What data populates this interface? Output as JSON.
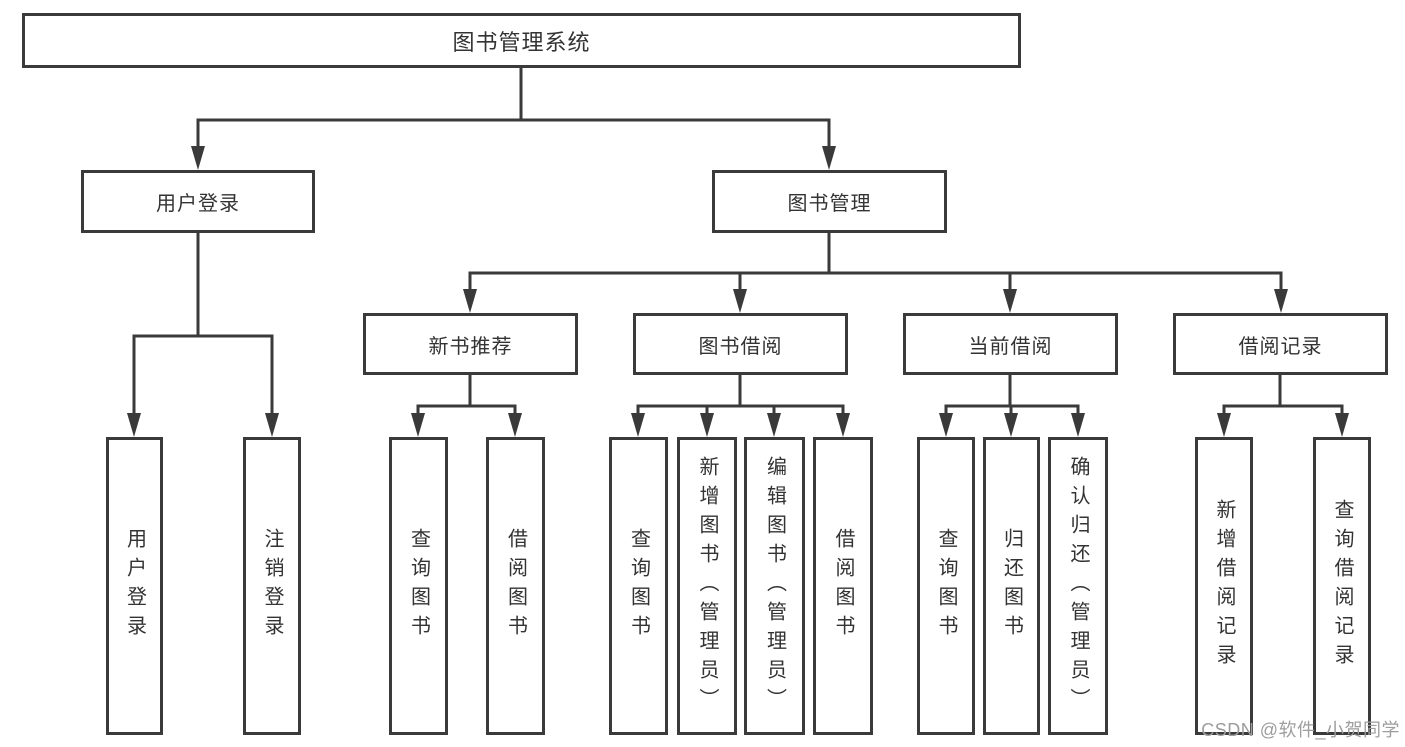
{
  "tree": {
    "label": "图书管理系统",
    "children": [
      {
        "label": "用户登录",
        "children": [
          {
            "label": "用户登录"
          },
          {
            "label": "注销登录"
          }
        ]
      },
      {
        "label": "图书管理",
        "children": [
          {
            "label": "新书推荐",
            "children": [
              {
                "label": "查询图书"
              },
              {
                "label": "借阅图书"
              }
            ]
          },
          {
            "label": "图书借阅",
            "children": [
              {
                "label": "查询图书"
              },
              {
                "label": "新增图书（管理员）"
              },
              {
                "label": "编辑图书（管理员）"
              },
              {
                "label": "借阅图书"
              }
            ]
          },
          {
            "label": "当前借阅",
            "children": [
              {
                "label": "查询图书"
              },
              {
                "label": "归还图书"
              },
              {
                "label": "确认归还（管理员）"
              }
            ]
          },
          {
            "label": "借阅记录",
            "children": [
              {
                "label": "新增借阅记录"
              },
              {
                "label": "查询借阅记录"
              }
            ]
          }
        ]
      }
    ]
  },
  "watermark": {
    "text": "CSDN @软件_小贺同学"
  },
  "colors": {
    "line": "#3a3a3a",
    "text": "#333333",
    "watermark": "#9d9d9d",
    "background": "#ffffff"
  }
}
